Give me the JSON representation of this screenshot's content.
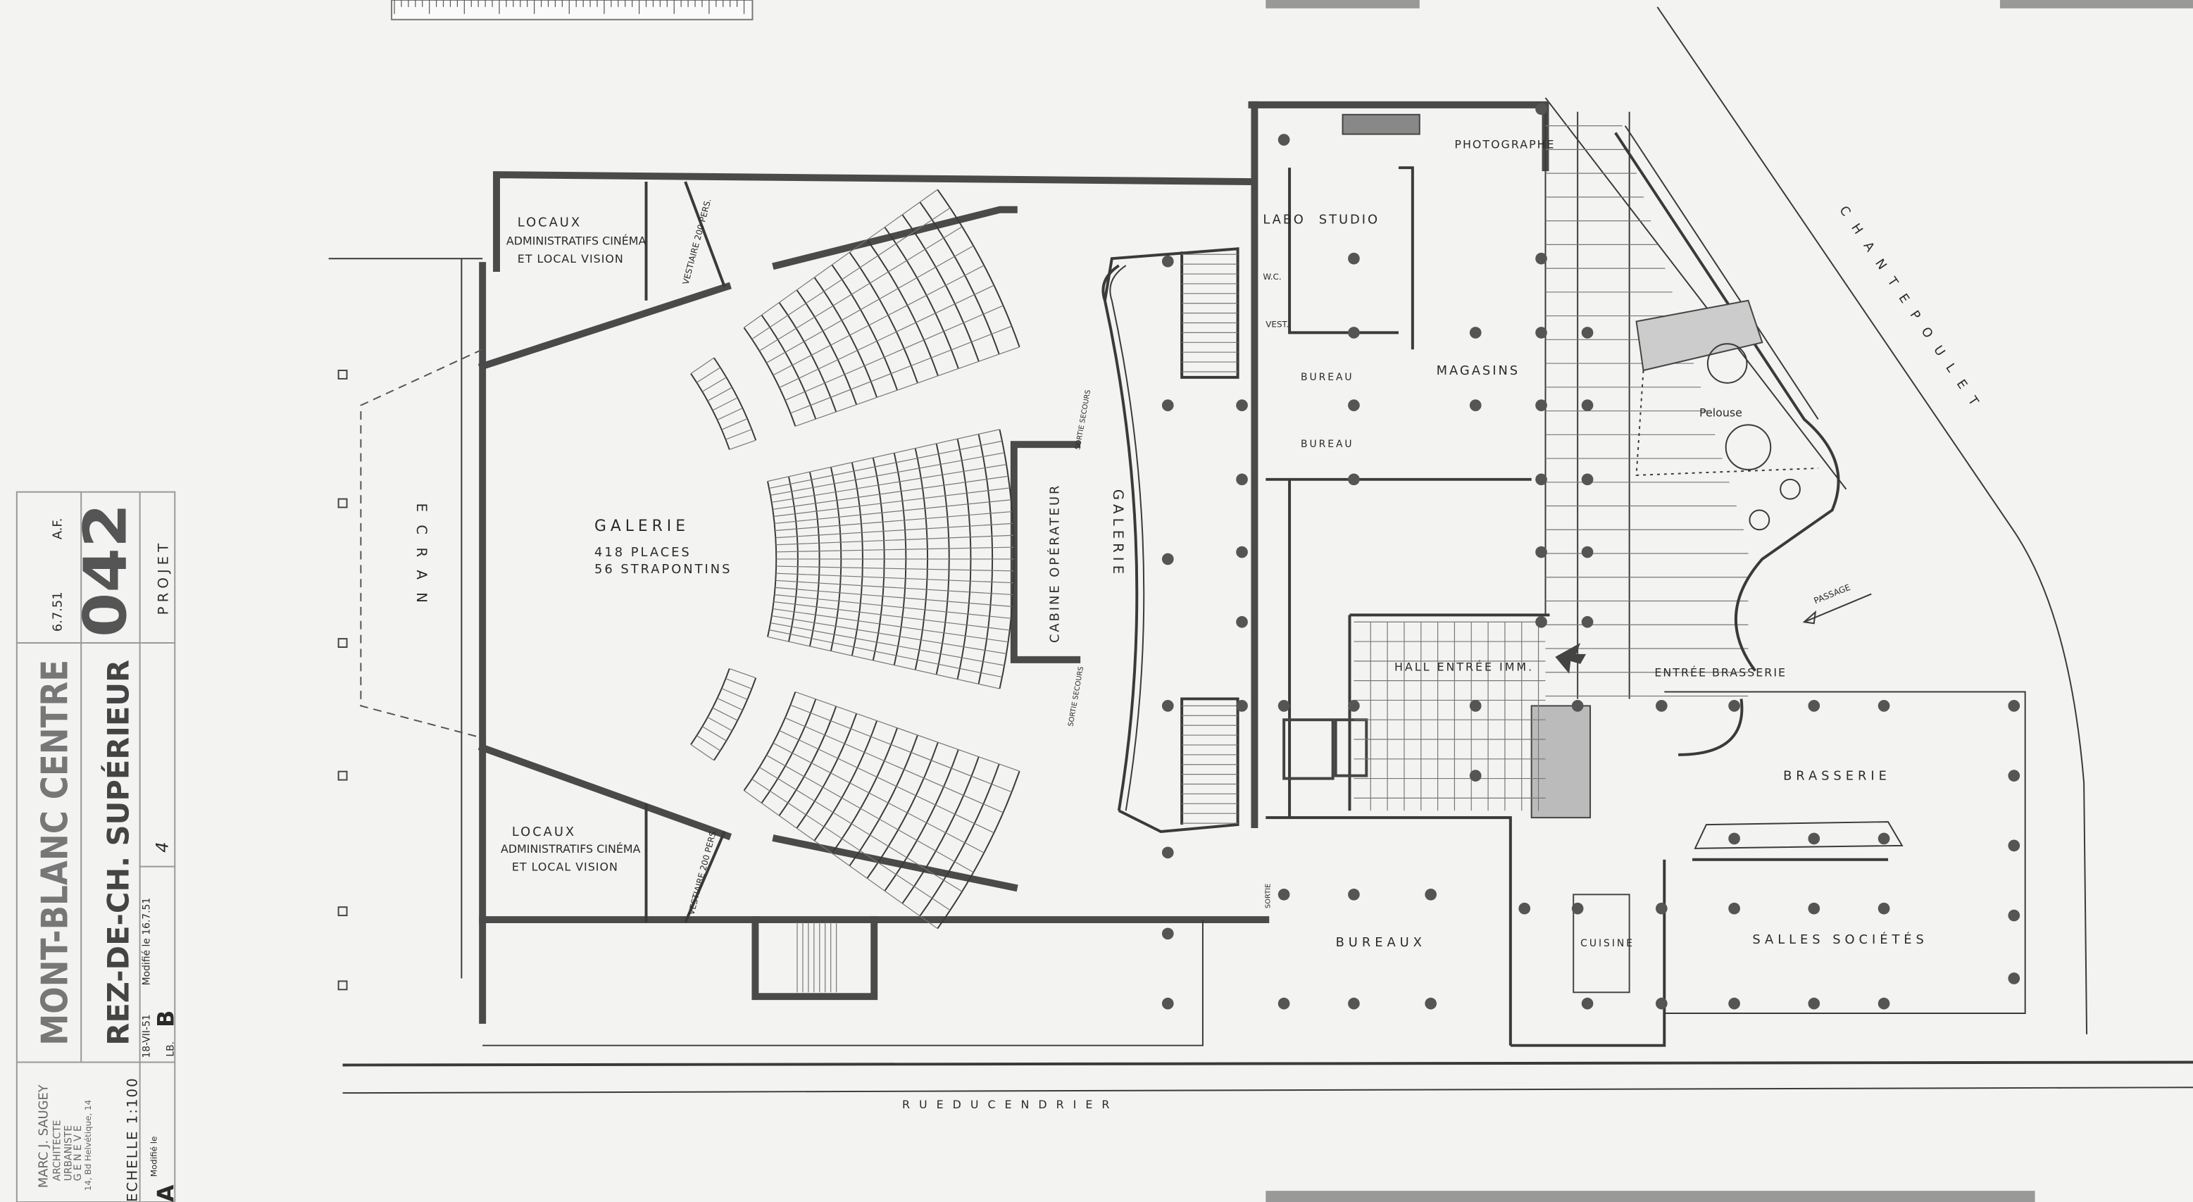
{
  "title_block": {
    "project": "MONT-BLANC CENTRE",
    "sheet_title": "REZ-DE-CH. SUPÉRIEUR",
    "sheet_number": "042",
    "date": "6.7.51",
    "initials": "A.F.",
    "status": "PROJET",
    "revision_letter": "B",
    "revision_date": "18-VII-51",
    "revision_initials": "LB.",
    "revision_note": "Modifié le 16.7.51",
    "revision_signature": "4",
    "scale": "ECHELLE 1:100",
    "original_letter": "A",
    "original_note": "Modifié le",
    "architect": {
      "name": "MARC J. SAUGEY",
      "title1": "ARCHITECTE",
      "title2": "URBANISTE",
      "city": "G E N E V E",
      "address": "14, Bd Helvétique, 14"
    }
  },
  "rooms": {
    "ecran": "E C R A N",
    "galerie_main": "GALERIE",
    "places": "418 PLACES",
    "strapontins": "56 STRAPONTINS",
    "locaux_top_1": "LOCAUX",
    "locaux_top_2": "ADMINISTRATIFS CINÉMA",
    "locaux_top_3": "ET LOCAL VISION",
    "locaux_bot_1": "LOCAUX",
    "locaux_bot_2": "ADMINISTRATIFS CINÉMA",
    "locaux_bot_3": "ET LOCAL VISION",
    "vestiaire_top": "VESTIAIRE 200 PERS.",
    "vestiaire_bot": "VESTIAIRE 200 PERS.",
    "cabine": "CABINE OPÉRATEUR",
    "sortie_secours_1": "SORTIE SECOURS",
    "sortie_secours_2": "SORTIE SECOURS",
    "galerie_curved": "GALERIE",
    "sortie": "SORTIE",
    "labo": "LABO",
    "studio": "STUDIO",
    "photographe": "PHOTOGRAPHE",
    "wc": "W.C.",
    "vest": "VEST.",
    "bureau_1": "BUREAU",
    "bureau_2": "BUREAU",
    "magasins": "MAGASINS",
    "pelouse": "Pelouse",
    "hall": "HALL ENTRÉE IMM.",
    "entree_brasserie": "ENTRÉE BRASSERIE",
    "brasserie": "BRASSERIE",
    "bureaux": "BUREAUX",
    "cuisine": "CUISINE",
    "salles_societes": "SALLES SOCIÉTÉS",
    "passage": "PASSAGE"
  },
  "streets": {
    "rue_du_cendrier": "R U E     D U     C E N D R I E R",
    "chantepoulet": "C H A N T E P O U L E T"
  }
}
